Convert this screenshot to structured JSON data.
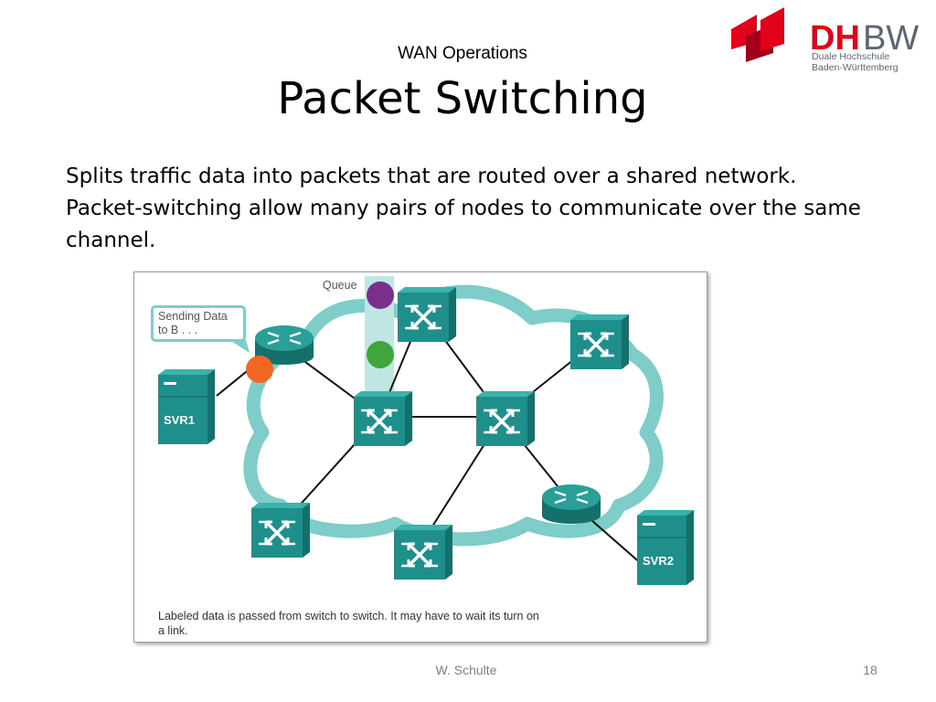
{
  "slide": {
    "subtitle": "WAN Operations",
    "title": "Packet Switching",
    "body": "Splits traffic data into packets that are routed over a shared network. Packet-switching allow many pairs of nodes to communicate over the same channel.",
    "author": "W. Schulte",
    "page_number": "18"
  },
  "logo": {
    "brand_dh": "DH",
    "brand_bw": "BW",
    "line1": "Duale Hochschule",
    "line2": "Baden-Württemberg",
    "colors": {
      "red": "#e2001a",
      "gray": "#5c6670"
    }
  },
  "diagram": {
    "queue_label": "Queue",
    "callout_text": "Sending Data to B . . .",
    "svr1_label": "SVR1",
    "svr2_label": "SVR2",
    "caption": "Labeled data is passed from switch to switch. It may have to wait its turn on a link.",
    "colors": {
      "cloud": "#7ecdc8",
      "device": "#1e8f8a",
      "queue": "#bfe6e3",
      "packet_purple": "#7a2f8e",
      "packet_green": "#3fa53c",
      "packet_orange": "#f26522"
    }
  }
}
